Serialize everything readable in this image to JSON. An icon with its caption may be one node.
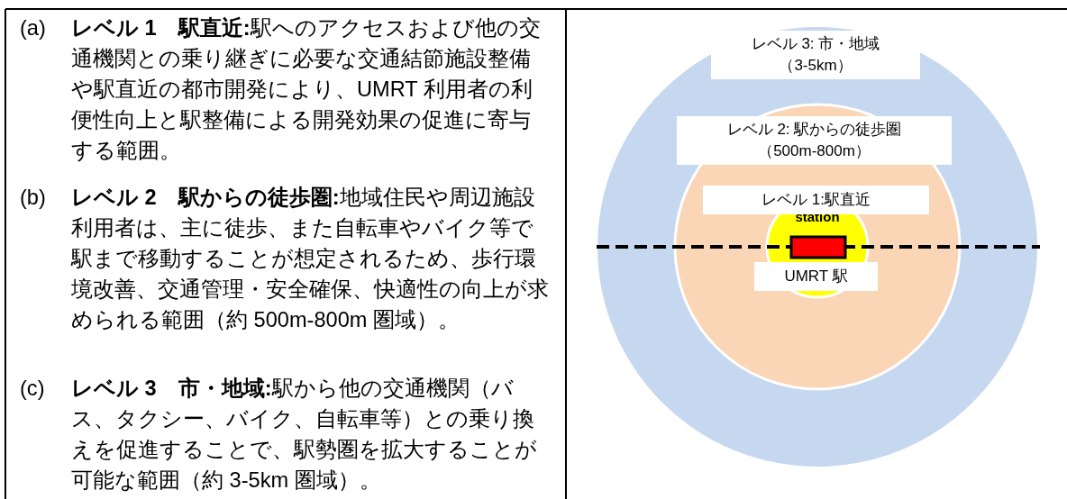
{
  "diagram": {
    "nodes": [
      {
        "text": [
          "レベル 3: 市・地域",
          "（3-5km）"
        ]
      },
      {
        "text": [
          "レベル 2: 駅からの徒歩圏",
          "（500m-800m）"
        ]
      },
      {
        "text": [
          "レベル 1:駅直近"
        ]
      },
      {
        "text": [
          "UMRT 駅"
        ]
      }
    ],
    "labels": [
      "(a)",
      "**レベル 1　駅直近:**駅へのアクセスおよび他の交通機関との乗り継ぎに必要な交通結節施設整備や駅直近の都市開発により、UMRT 利用者の利便性向上と駅整備による開発効果の促進に寄与する範囲。",
      "(b)",
      "**レベル 2　駅からの徒歩圏:**地域住民や周辺施設利用者は、主に徒歩、また自転車やバイク等で駅まで移動することが想定されるため、歩行環境改善、交通管理・安全確保、快適性の向上が求められる範囲（約 500m-800m 圏域）。",
      "(c)",
      "**レベル 3　市・地域:**駅から他の交通機関（バス、タクシー、バイク、自転車等）との乗り換えを促進することで、駅勢圏を拡大することが可能な範囲（約 3-5km 圏域）。",
      "station"
    ]
  }
}
